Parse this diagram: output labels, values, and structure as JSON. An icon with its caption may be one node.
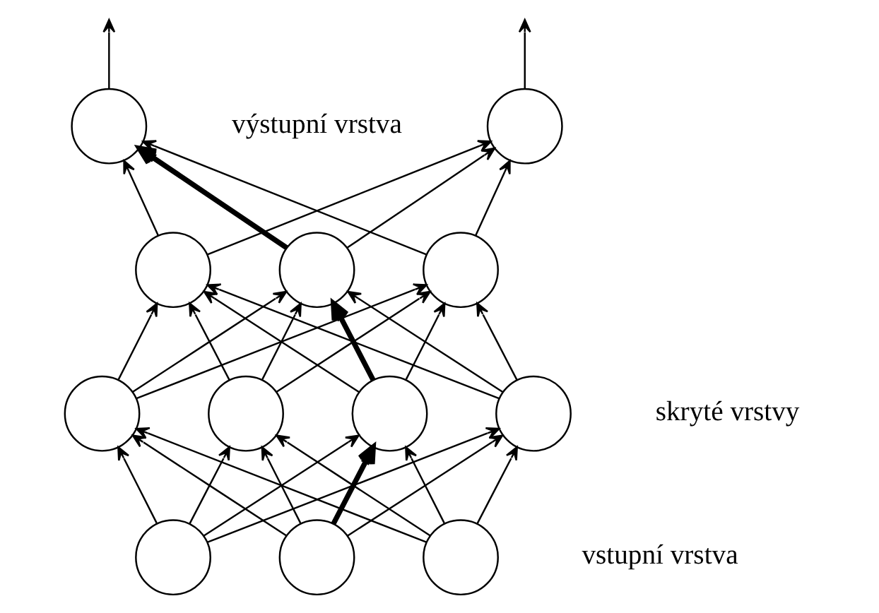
{
  "diagram": {
    "nodes": [
      {
        "text": [],
        "shape": "circle"
      },
      {
        "text": [],
        "shape": "circle"
      },
      {
        "text": [],
        "shape": "circle"
      },
      {
        "text": [],
        "shape": "circle"
      },
      {
        "text": [],
        "shape": "circle"
      },
      {
        "text": [],
        "shape": "circle"
      },
      {
        "text": [],
        "shape": "circle"
      },
      {
        "text": [],
        "shape": "circle"
      },
      {
        "text": [],
        "shape": "circle"
      },
      {
        "text": [],
        "shape": "circle"
      },
      {
        "text": [],
        "shape": "circle"
      },
      {
        "text": [],
        "shape": "circle"
      }
    ],
    "edges": [
      {
        "from": 0,
        "to": null,
        "arrow": "to"
      },
      {
        "from": 1,
        "to": null,
        "arrow": "to"
      },
      {
        "from": 2,
        "to": 0,
        "arrow": "to"
      },
      {
        "from": 2,
        "to": 1,
        "arrow": "to"
      },
      {
        "from": 3,
        "to": 0,
        "arrow": "to"
      },
      {
        "from": 3,
        "to": 1,
        "arrow": "to",
        "style": "thick"
      },
      {
        "from": 4,
        "to": 0,
        "arrow": "to"
      },
      {
        "from": 4,
        "to": 1,
        "arrow": "to"
      },
      {
        "from": 5,
        "to": 2,
        "arrow": "to"
      },
      {
        "from": 5,
        "to": 3,
        "arrow": "to"
      },
      {
        "from": 5,
        "to": 4,
        "arrow": "to"
      },
      {
        "from": 6,
        "to": 2,
        "arrow": "to"
      },
      {
        "from": 6,
        "to": 3,
        "arrow": "to"
      },
      {
        "from": 6,
        "to": 4,
        "arrow": "to"
      },
      {
        "from": 7,
        "to": 2,
        "arrow": "to"
      },
      {
        "from": 7,
        "to": 3,
        "arrow": "to",
        "style": "thick"
      },
      {
        "from": 7,
        "to": 4,
        "arrow": "to"
      },
      {
        "from": 8,
        "to": 2,
        "arrow": "to"
      },
      {
        "from": 8,
        "to": 3,
        "arrow": "to"
      },
      {
        "from": 8,
        "to": 4,
        "arrow": "to"
      },
      {
        "from": 9,
        "to": 5,
        "arrow": "to"
      },
      {
        "from": 9,
        "to": 6,
        "arrow": "to"
      },
      {
        "from": 9,
        "to": 7,
        "arrow": "to"
      },
      {
        "from": 9,
        "to": 8,
        "arrow": "to"
      },
      {
        "from": 10,
        "to": 5,
        "arrow": "to"
      },
      {
        "from": 10,
        "to": 6,
        "arrow": "to"
      },
      {
        "from": 10,
        "to": 7,
        "arrow": "to",
        "style": "thick"
      },
      {
        "from": 10,
        "to": 8,
        "arrow": "to"
      },
      {
        "from": 11,
        "to": 5,
        "arrow": "to"
      },
      {
        "from": 11,
        "to": 6,
        "arrow": "to"
      },
      {
        "from": 11,
        "to": 7,
        "arrow": "to"
      },
      {
        "from": 11,
        "to": 8,
        "arrow": "to"
      }
    ],
    "labels": [
      "výstupní vrstva",
      "skryté vrstvy",
      "vstupní vrstva"
    ]
  }
}
